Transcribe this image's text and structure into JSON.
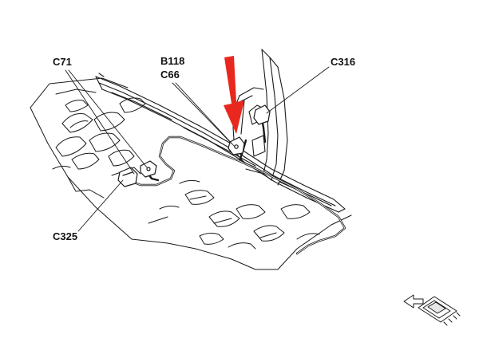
{
  "callouts": {
    "c71": "C71",
    "b118": "B118",
    "c66": "C66",
    "c316": "C316",
    "c325": "C325"
  },
  "colors": {
    "line_art": "#1a1a1a",
    "indicator_arrow": "#e8281e",
    "background": "#ffffff"
  },
  "icons": {
    "indicator": "red-down-arrow",
    "orientation": "vehicle-front-arrow-icon"
  }
}
